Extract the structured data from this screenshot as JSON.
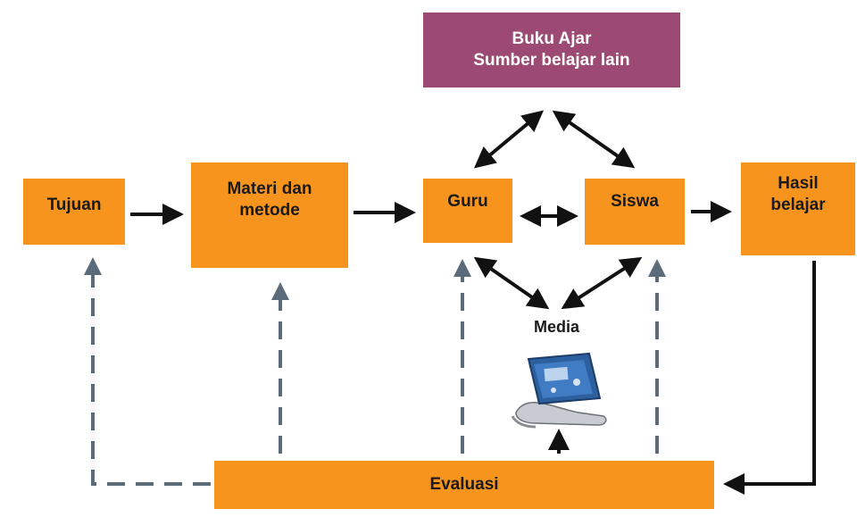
{
  "nodes": {
    "buku_ajar": {
      "line1": "Buku Ajar",
      "line2": "Sumber belajar lain"
    },
    "tujuan": "Tujuan",
    "materi": {
      "line1": "Materi dan",
      "line2": "metode"
    },
    "guru": "Guru",
    "siswa": "Siswa",
    "hasil": {
      "line1": "Hasil",
      "line2": "belajar"
    },
    "evaluasi": "Evaluasi",
    "media": "Media"
  },
  "colors": {
    "orange": "#f7941e",
    "purple": "#9c4a73",
    "arrow": "#111111",
    "dashed_arrow": "#5b6b7a"
  },
  "icons": {
    "media_device": "portable-media-device-illustration"
  }
}
